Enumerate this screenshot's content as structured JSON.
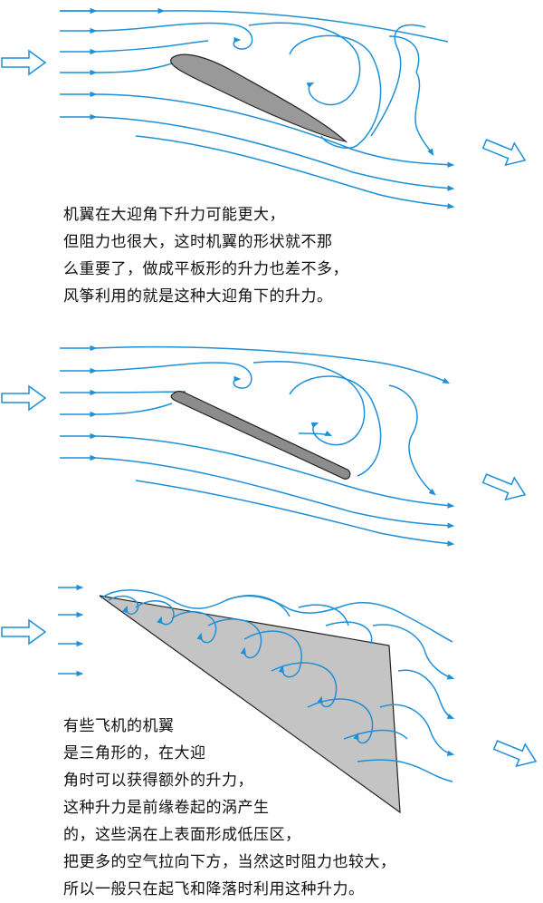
{
  "captions": {
    "cambered_airfoil": [
      "机翼在大迎角下升力可能更大，",
      "但阻力也很大，这时机翼的形状就不那",
      "么重要了，做成平板形的升力也差不多，",
      "风筝利用的就是这种大迎角下的升力。"
    ],
    "delta_wing": [
      "有些飞机的机翼",
      "是三角形的，在大迎",
      "角时可以获得额外的升力，",
      "这种升力是前缘卷起的涡产生",
      "的，这些涡在上表面形成低压区，",
      "把更多的空气拉向下方，当然这时阻力也较大，",
      "所以一般只在起飞和降落时利用这种升力。"
    ]
  },
  "colors": {
    "flow_lines": "#1e90d8",
    "airfoil_fill": "#999999",
    "flat_plate_fill": "#8c8c8c",
    "delta_wing_fill": "#c4c4c4",
    "text": "#111111"
  },
  "panels": [
    {
      "name": "cambered-airfoil-high-angle",
      "icons": [
        "inflow-arrow-icon",
        "outflow-arrow-icon"
      ]
    },
    {
      "name": "flat-plate-high-angle",
      "icons": [
        "inflow-arrow-icon",
        "outflow-arrow-icon"
      ]
    },
    {
      "name": "delta-wing-leading-edge-vortices",
      "icons": [
        "inflow-arrow-icon",
        "outflow-arrow-icon"
      ]
    }
  ]
}
